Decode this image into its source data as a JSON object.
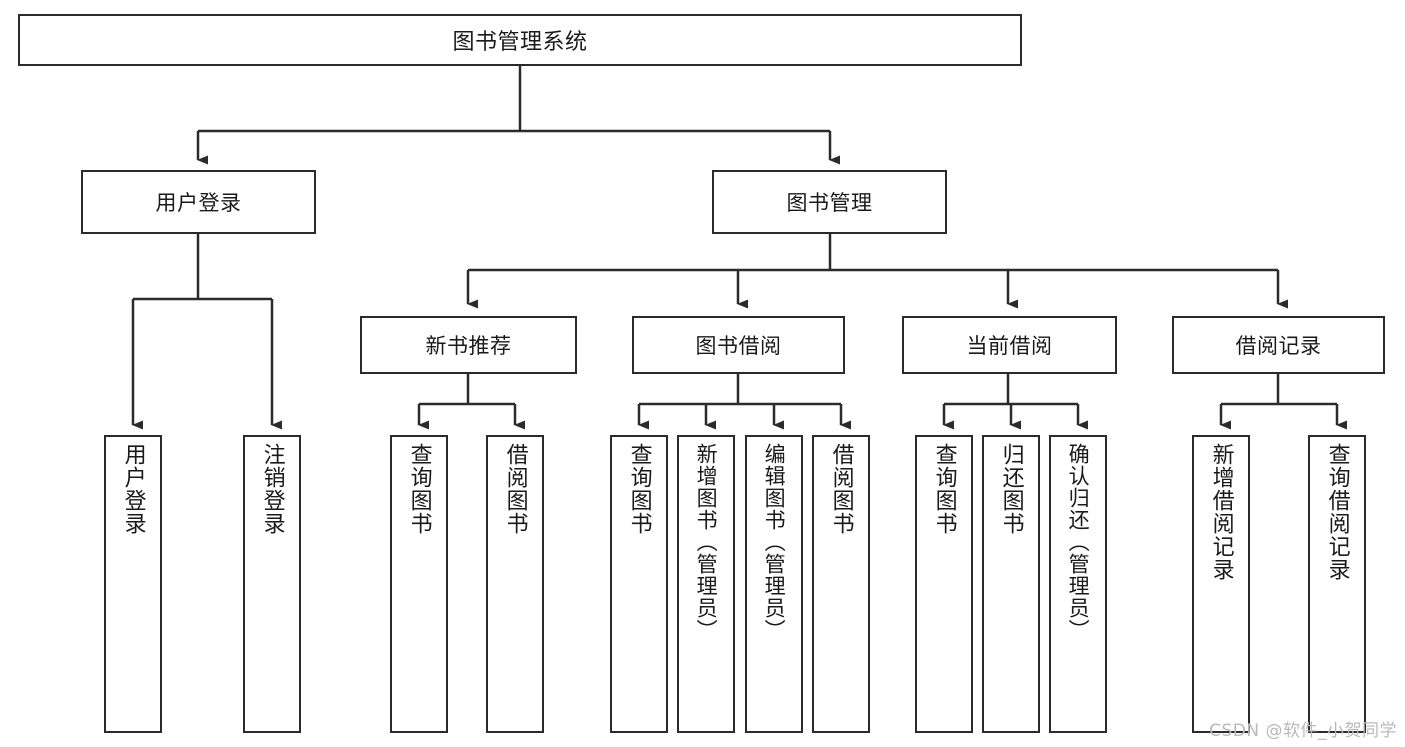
{
  "diagram": {
    "title": "图书管理系统",
    "type": "tree-hierarchy-chart",
    "root": {
      "label": "图书管理系统"
    },
    "level2": [
      {
        "label": "用户登录"
      },
      {
        "label": "图书管理"
      }
    ],
    "level3": [
      {
        "label": "新书推荐"
      },
      {
        "label": "图书借阅"
      },
      {
        "label": "当前借阅"
      },
      {
        "label": "借阅记录"
      }
    ],
    "leaves": [
      {
        "label": "用户登录",
        "parent": "用户登录"
      },
      {
        "label": "注销登录",
        "parent": "用户登录"
      },
      {
        "label": "查询图书",
        "parent": "新书推荐"
      },
      {
        "label": "借阅图书",
        "parent": "新书推荐"
      },
      {
        "label": "查询图书",
        "parent": "图书借阅"
      },
      {
        "label": "新增图书（管理员）",
        "parent": "图书借阅"
      },
      {
        "label": "编辑图书（管理员）",
        "parent": "图书借阅"
      },
      {
        "label": "借阅图书",
        "parent": "图书借阅"
      },
      {
        "label": "查询图书",
        "parent": "当前借阅"
      },
      {
        "label": "归还图书",
        "parent": "当前借阅"
      },
      {
        "label": "确认归还（管理员）",
        "parent": "当前借阅"
      },
      {
        "label": "新增借阅记录",
        "parent": "借阅记录"
      },
      {
        "label": "查询借阅记录",
        "parent": "借阅记录"
      }
    ]
  },
  "watermark": {
    "text": "CSDN @软件_小贺同学"
  },
  "colors": {
    "stroke": "#2b2b2b",
    "background": "#ffffff",
    "text": "#1a1a1a",
    "watermark": "#b9b9b9"
  }
}
